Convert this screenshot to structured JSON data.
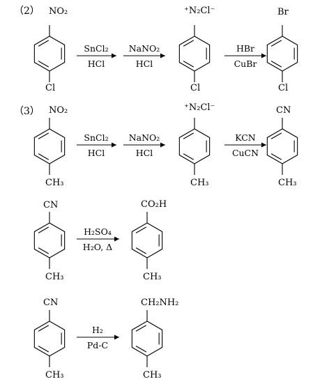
{
  "schemes": {
    "s2": {
      "number": "（2）",
      "start": {
        "top": "NO₂",
        "bottom": "Cl"
      },
      "step1": {
        "above": "SnCl₂",
        "below": "HCl"
      },
      "step2": {
        "above": "NaNO₂",
        "below": "HCl"
      },
      "mid": {
        "top": "⁺N₂Cl⁻",
        "bottom": "Cl"
      },
      "step3": {
        "above": "HBr",
        "below": "CuBr"
      },
      "product": {
        "top": "Br",
        "bottom": "Cl"
      }
    },
    "s3": {
      "number": "（3）",
      "start": {
        "top": "NO₂",
        "bottom": "CH₃"
      },
      "step1": {
        "above": "SnCl₂",
        "below": "HCl"
      },
      "step2": {
        "above": "NaNO₂",
        "below": "HCl"
      },
      "mid": {
        "top": "⁺N₂Cl⁻",
        "bottom": "CH₃"
      },
      "step3": {
        "above": "KCN",
        "below": "CuCN"
      },
      "product": {
        "top": "CN",
        "bottom": "CH₃"
      }
    },
    "s4": {
      "start": {
        "top": "CN",
        "bottom": "CH₃"
      },
      "step1": {
        "above": "H₂SO₄",
        "below": "H₂O, Δ"
      },
      "product": {
        "top": "CO₂H",
        "bottom": "CH₃"
      }
    },
    "s5": {
      "start": {
        "top": "CN",
        "bottom": "CH₃"
      },
      "step1": {
        "above": "H₂",
        "below": "Pd-C"
      },
      "product": {
        "top": "CH₂NH₂",
        "bottom": "CH₃"
      }
    }
  }
}
